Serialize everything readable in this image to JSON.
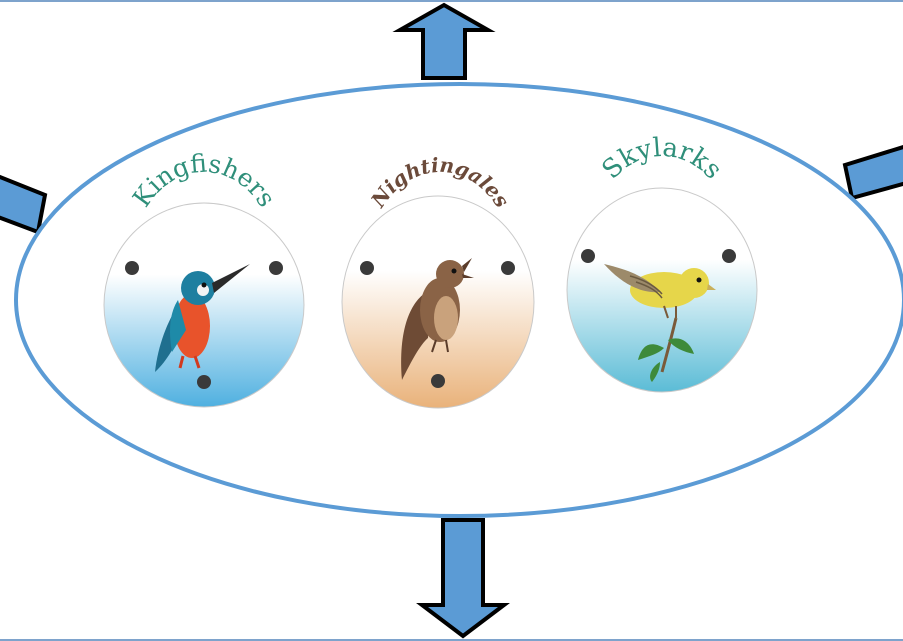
{
  "diagram": {
    "accent_color": "#5b9bd5",
    "arrow_color": "#5b9bd5",
    "outline_color": "#000000",
    "badges": [
      {
        "id": "kingfishers",
        "label": "Kingfishers",
        "label_color": "#2f8f7a",
        "icon": "kingfisher-bird-icon",
        "gradient_top": "#ffffff",
        "gradient_bottom": "#4fb0e0"
      },
      {
        "id": "nightingales",
        "label": "Nightingales",
        "label_color": "#6b4a3a",
        "icon": "nightingale-bird-icon",
        "gradient_top": "#ffffff",
        "gradient_bottom": "#e9b27a"
      },
      {
        "id": "skylarks",
        "label": "Skylarks",
        "label_color": "#2f8f7a",
        "icon": "skylark-bird-icon",
        "gradient_top": "#ffffff",
        "gradient_bottom": "#5bbcd6"
      }
    ],
    "arrows": [
      {
        "id": "up",
        "direction": "up"
      },
      {
        "id": "down",
        "direction": "down"
      },
      {
        "id": "left",
        "direction": "left"
      },
      {
        "id": "right",
        "direction": "right"
      }
    ]
  }
}
